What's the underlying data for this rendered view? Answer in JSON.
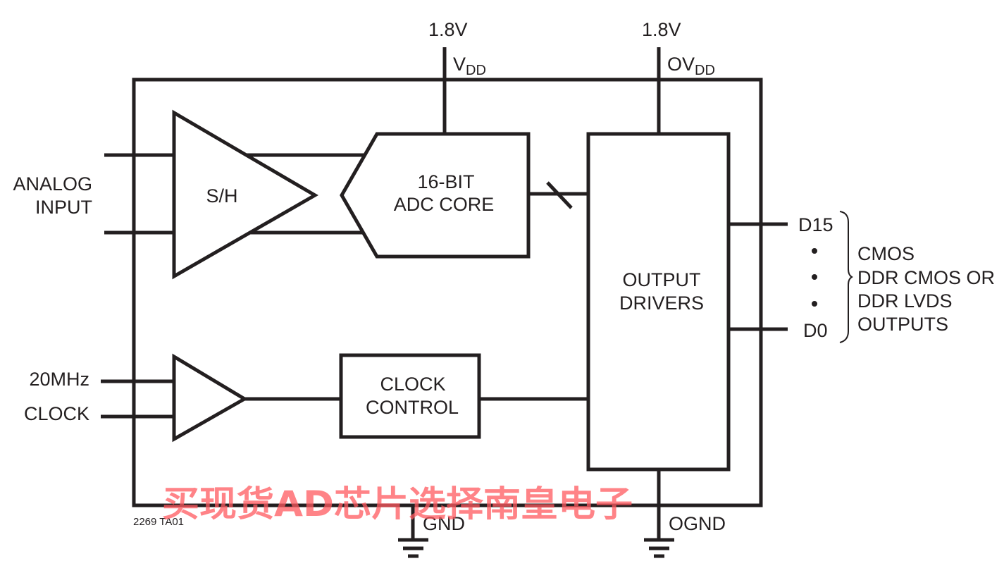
{
  "supplies": {
    "vdd": {
      "voltage": "1.8V",
      "name": "V",
      "subscript": "DD"
    },
    "ovdd": {
      "voltage": "1.8V",
      "name": "OV",
      "subscript": "DD"
    }
  },
  "grounds": {
    "gnd": "GND",
    "ognd": "OGND"
  },
  "inputs": {
    "analog": [
      "ANALOG",
      "INPUT"
    ],
    "clock": [
      "20MHz",
      "CLOCK"
    ]
  },
  "blocks": {
    "sample_hold": "S/H",
    "adc_core": [
      "16-BIT",
      "ADC CORE"
    ],
    "clock_control": [
      "CLOCK",
      "CONTROL"
    ],
    "output_drivers": [
      "OUTPUT",
      "DRIVERS"
    ]
  },
  "outputs": {
    "msb": "D15",
    "lsb": "D0",
    "description": [
      "CMOS",
      "DDR CMOS OR",
      "DDR LVDS",
      "OUTPUTS"
    ]
  },
  "figure_id": "2269 TA01",
  "watermark": "买现货AD芯片选择南皇电子",
  "colors": {
    "ink": "#231f20",
    "watermark": "#ff5a5f"
  }
}
